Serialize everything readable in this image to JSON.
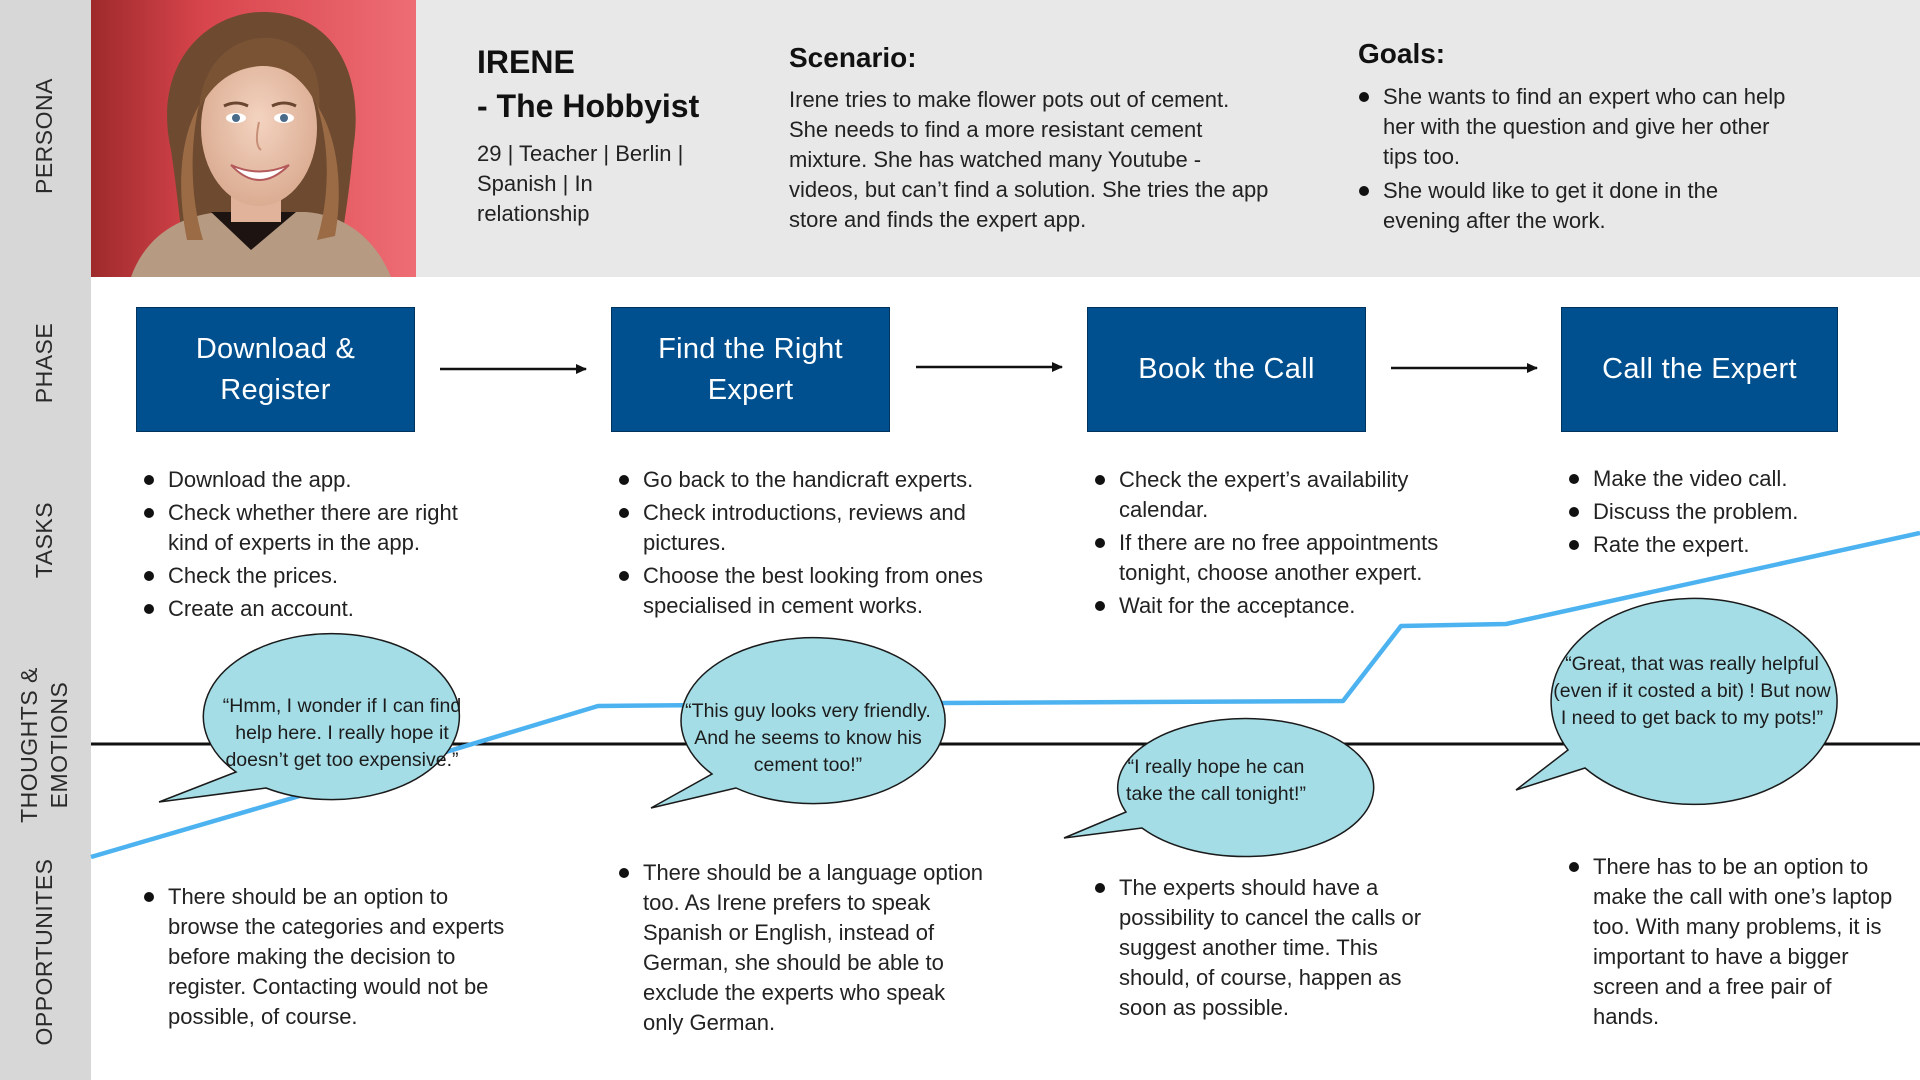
{
  "rail": {
    "persona": "PERSONA",
    "phase": "PHASE",
    "tasks": "TASKS",
    "thoughts": "THOUGHTS & EMOTIONS",
    "opportunities": "OPPORTUNITES"
  },
  "persona": {
    "name_line1": "IRENE",
    "name_line2": "- The Hobbyist",
    "details": "29 | Teacher | Berlin | Spanish | In relationship",
    "scenario_title": "Scenario:",
    "scenario_text": "Irene tries to make flower pots out of cement. She needs to find a more resistant cement mixture. She has watched many Youtube -videos, but can’t find a solution. She tries the app store and finds the expert app.",
    "goals_title": "Goals:",
    "goals": [
      "She wants to find an expert who can help her with the question and give her other tips too.",
      "She would like to get it done in the evening after the work."
    ]
  },
  "colors": {
    "phase_fill": "#00508f",
    "bubble_fill": "#a4dde6",
    "emotion_line": "#4db3f0",
    "rail": "#d7d7d7",
    "persona_band": "#e8e8e8"
  },
  "phases": [
    {
      "title": "Download & Register",
      "tasks": [
        "Download the app.",
        "Check whether there are right kind of experts in the app.",
        "Check the prices.",
        "Create an account."
      ],
      "thought": "“Hmm, I wonder if I can find help here. I really hope it doesn’t get too expensive.”",
      "opportunities": [
        "There should be an option to browse the categories and experts before making the decision to register. Contacting would not be possible, of course."
      ]
    },
    {
      "title": "Find the Right Expert",
      "tasks": [
        "Go back to the handicraft experts.",
        "Check introductions, reviews and pictures.",
        "Choose the best looking from ones specialised in cement works."
      ],
      "thought": "“This guy looks very friendly. And he seems to know his cement too!”",
      "opportunities": [
        "There should be a language option too. As Irene prefers to speak Spanish or English, instead of German, she should be able to exclude the experts who speak only German."
      ]
    },
    {
      "title": "Book the Call",
      "tasks": [
        "Check the expert’s availability calendar.",
        "If there are no free appointments tonight, choose another expert.",
        "Wait for the acceptance."
      ],
      "thought": "“I really hope he can take the call tonight!”",
      "opportunities": [
        "The experts should have a possibility to cancel the calls or suggest another time. This should, of course, happen as soon as possible."
      ]
    },
    {
      "title": "Call the Expert",
      "tasks": [
        "Make the video call.",
        "Discuss the problem.",
        "Rate the expert."
      ],
      "thought": "“Great, that was really helpful (even if it costed a bit) ! But now I need to get back to my pots!”",
      "opportunities": [
        "There has to be an option to make the call with one’s laptop too. With many problems, it is important to have a bigger screen and a free pair of hands."
      ]
    }
  ]
}
